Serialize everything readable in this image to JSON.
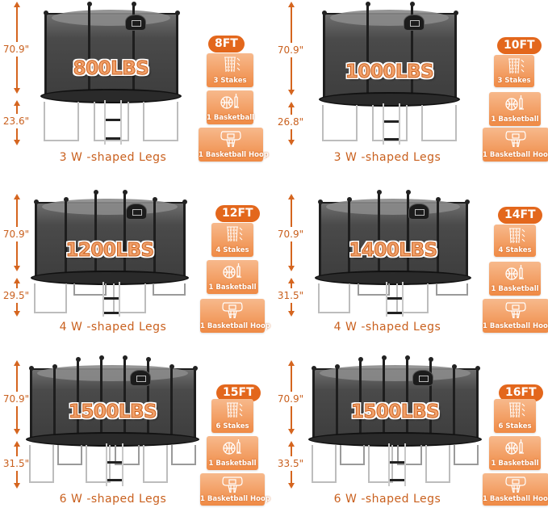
{
  "accent_color": "#e3671c",
  "models": [
    {
      "size": "8FT",
      "weight_capacity": "800LBS",
      "enclosure_height": "70.9\"",
      "frame_height": "23.6\"",
      "legs": "3 W -shaped Legs",
      "accessories": [
        {
          "icon": "stakes-icon",
          "label": "3 Stakes"
        },
        {
          "icon": "basketball-pump-icon",
          "label": "1 Basketball"
        },
        {
          "icon": "basketball-hoop-icon",
          "label": "1 Basketball Hoop"
        }
      ]
    },
    {
      "size": "10FT",
      "weight_capacity": "1000LBS",
      "enclosure_height": "70.9\"",
      "frame_height": "26.8\"",
      "legs": "3 W -shaped Legs",
      "accessories": [
        {
          "icon": "stakes-icon",
          "label": "3 Stakes"
        },
        {
          "icon": "basketball-pump-icon",
          "label": "1 Basketball"
        },
        {
          "icon": "basketball-hoop-icon",
          "label": "1 Basketball Hoop"
        }
      ]
    },
    {
      "size": "12FT",
      "weight_capacity": "1200LBS",
      "enclosure_height": "70.9\"",
      "frame_height": "29.5\"",
      "legs": "4 W -shaped Legs",
      "accessories": [
        {
          "icon": "stakes-icon",
          "label": "4 Stakes"
        },
        {
          "icon": "basketball-pump-icon",
          "label": "1 Basketball"
        },
        {
          "icon": "basketball-hoop-icon",
          "label": "1 Basketball Hoop"
        }
      ]
    },
    {
      "size": "14FT",
      "weight_capacity": "1400LBS",
      "enclosure_height": "70.9\"",
      "frame_height": "31.5\"",
      "legs": "4 W -shaped Legs",
      "accessories": [
        {
          "icon": "stakes-icon",
          "label": "4 Stakes"
        },
        {
          "icon": "basketball-pump-icon",
          "label": "1 Basketball"
        },
        {
          "icon": "basketball-hoop-icon",
          "label": "1 Basketball Hoop"
        }
      ]
    },
    {
      "size": "15FT",
      "weight_capacity": "1500LBS",
      "enclosure_height": "70.9\"",
      "frame_height": "31.5\"",
      "legs": "6 W -shaped Legs",
      "accessories": [
        {
          "icon": "stakes-icon",
          "label": "6 Stakes"
        },
        {
          "icon": "basketball-pump-icon",
          "label": "1 Basketball"
        },
        {
          "icon": "basketball-hoop-icon",
          "label": "1 Basketball Hoop"
        }
      ]
    },
    {
      "size": "16FT",
      "weight_capacity": "1500LBS",
      "enclosure_height": "70.9\"",
      "frame_height": "33.5\"",
      "legs": "6 W -shaped Legs",
      "accessories": [
        {
          "icon": "stakes-icon",
          "label": "6 Stakes"
        },
        {
          "icon": "basketball-pump-icon",
          "label": "1 Basketball"
        },
        {
          "icon": "basketball-hoop-icon",
          "label": "1 Basketball Hoop"
        }
      ]
    }
  ]
}
